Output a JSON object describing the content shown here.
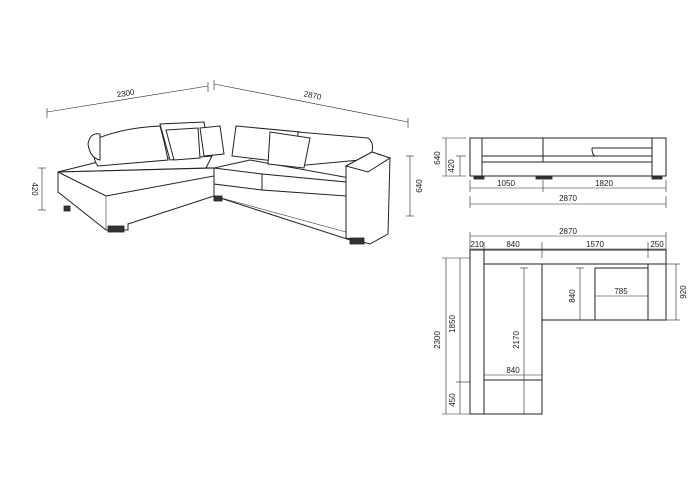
{
  "perspective_view": {
    "left_length": "2300",
    "right_length": "2870",
    "seat_height": "420",
    "back_height": "640"
  },
  "front_view": {
    "height": "640",
    "seat_height": "420",
    "left_part": "1050",
    "right_part": "1820",
    "total_width": "2870"
  },
  "top_view": {
    "total_width": "2870",
    "seg_armrest_left": "210",
    "seg_left_width": "840",
    "seg_center": "1570",
    "seg_armrest_right": "250",
    "total_depth": "2300",
    "chaise_length": "1850",
    "chaise_footrest": "450",
    "inner_length": "2170",
    "chaise_width": "840",
    "seat_depth": "840",
    "seat_inner_width": "785",
    "right_depth": "920"
  }
}
